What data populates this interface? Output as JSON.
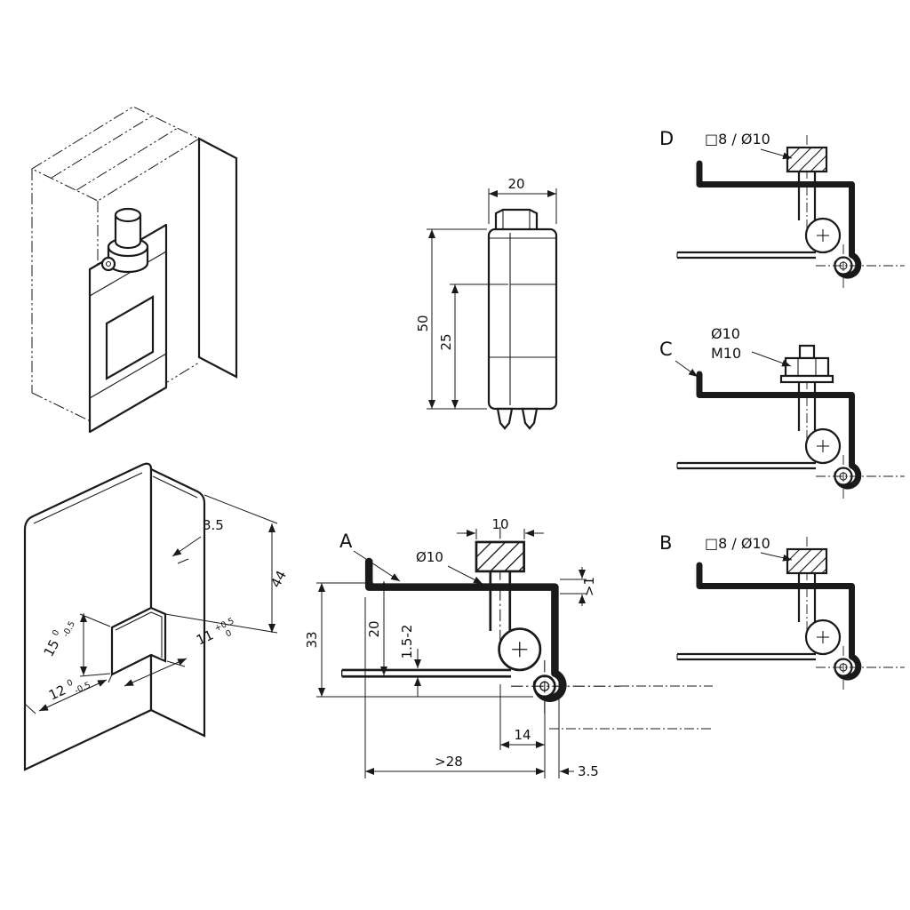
{
  "drawing": {
    "line_color": "#1a1a1a",
    "background": "#ffffff",
    "views": {
      "side": {
        "width": "20",
        "height": "50",
        "half_height": "25"
      },
      "plate": {
        "flange_return": "3.5",
        "top_to_cutout": "44",
        "cutout_height": {
          "value": "15",
          "upper": "0",
          "lower": "-0.5"
        },
        "cutout_width": {
          "value": "11",
          "upper": "+0.5",
          "lower": "0"
        },
        "cutout_offset": {
          "value": "12",
          "upper": "0",
          "lower": "-0.5"
        }
      },
      "section": {
        "label": "A",
        "pin_diameter": "Ø10",
        "bolt_width": "10",
        "min_gap": ">1",
        "plate_drop": "20",
        "sheet_thickness": "1.5-2",
        "overall_height": "33",
        "axis_offset": "14",
        "min_depth": ">28",
        "pivot_offset": "3.5"
      },
      "variant_d": {
        "label": "D",
        "spec": "□8 / Ø10"
      },
      "variant_c": {
        "label": "C",
        "spec_diameter": "Ø10",
        "spec_thread": "M10"
      },
      "variant_b": {
        "label": "B",
        "spec": "□8 / Ø10"
      }
    }
  }
}
